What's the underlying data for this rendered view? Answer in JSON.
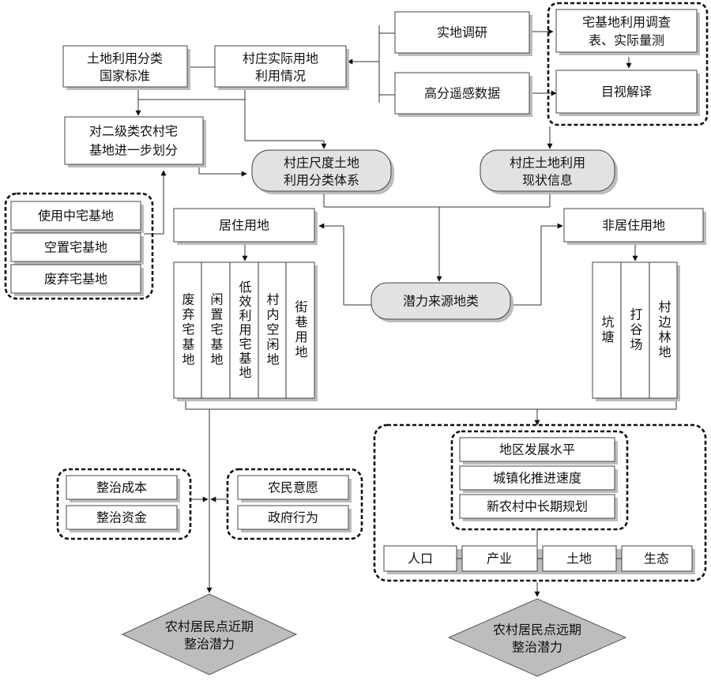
{
  "boxes": {
    "land_classification_standard": [
      "土地利用分类",
      "国家标准"
    ],
    "village_land_use": [
      "村庄实际用地",
      "利用情况"
    ],
    "field_survey": "实地调研",
    "high_res_remote_sensing": "高分遥感数据",
    "homestead_survey": [
      "宅基地利用调查",
      "表、实际量测"
    ],
    "visual_interpretation": "目视解译",
    "further_division": [
      "对二级类农村宅",
      "基地进一步划分"
    ],
    "homestead_types": [
      "使用中宅基地",
      "空置宅基地",
      "废弃宅基地"
    ],
    "village_classification_system": [
      "村庄尺度土地",
      "利用分类体系"
    ],
    "village_land_status": [
      "村庄土地利用",
      "现状信息"
    ],
    "residential_land": "居住用地",
    "non_residential_land": "非居住用地",
    "potential_source": "潜力来源地类",
    "residential_subtypes": [
      "废弃宅基地",
      "闲置宅基地",
      "低效利用宅基地",
      "村内空闲地",
      "街巷用地"
    ],
    "non_residential_subtypes": [
      "坑塘",
      "打谷场",
      "村边林地"
    ],
    "cost_factors": [
      "整治成本",
      "整治资金"
    ],
    "social_factors": [
      "农民意愿",
      "政府行为"
    ],
    "regional_factors": [
      "地区发展水平",
      "城镇化推进速度",
      "新农村中长期规划"
    ],
    "dimensions": [
      "人口",
      "产业",
      "土地",
      "生态"
    ],
    "near_term_potential": [
      "农村居民点近期",
      "整治潜力"
    ],
    "long_term_potential": [
      "农村居民点远期",
      "整治潜力"
    ]
  }
}
